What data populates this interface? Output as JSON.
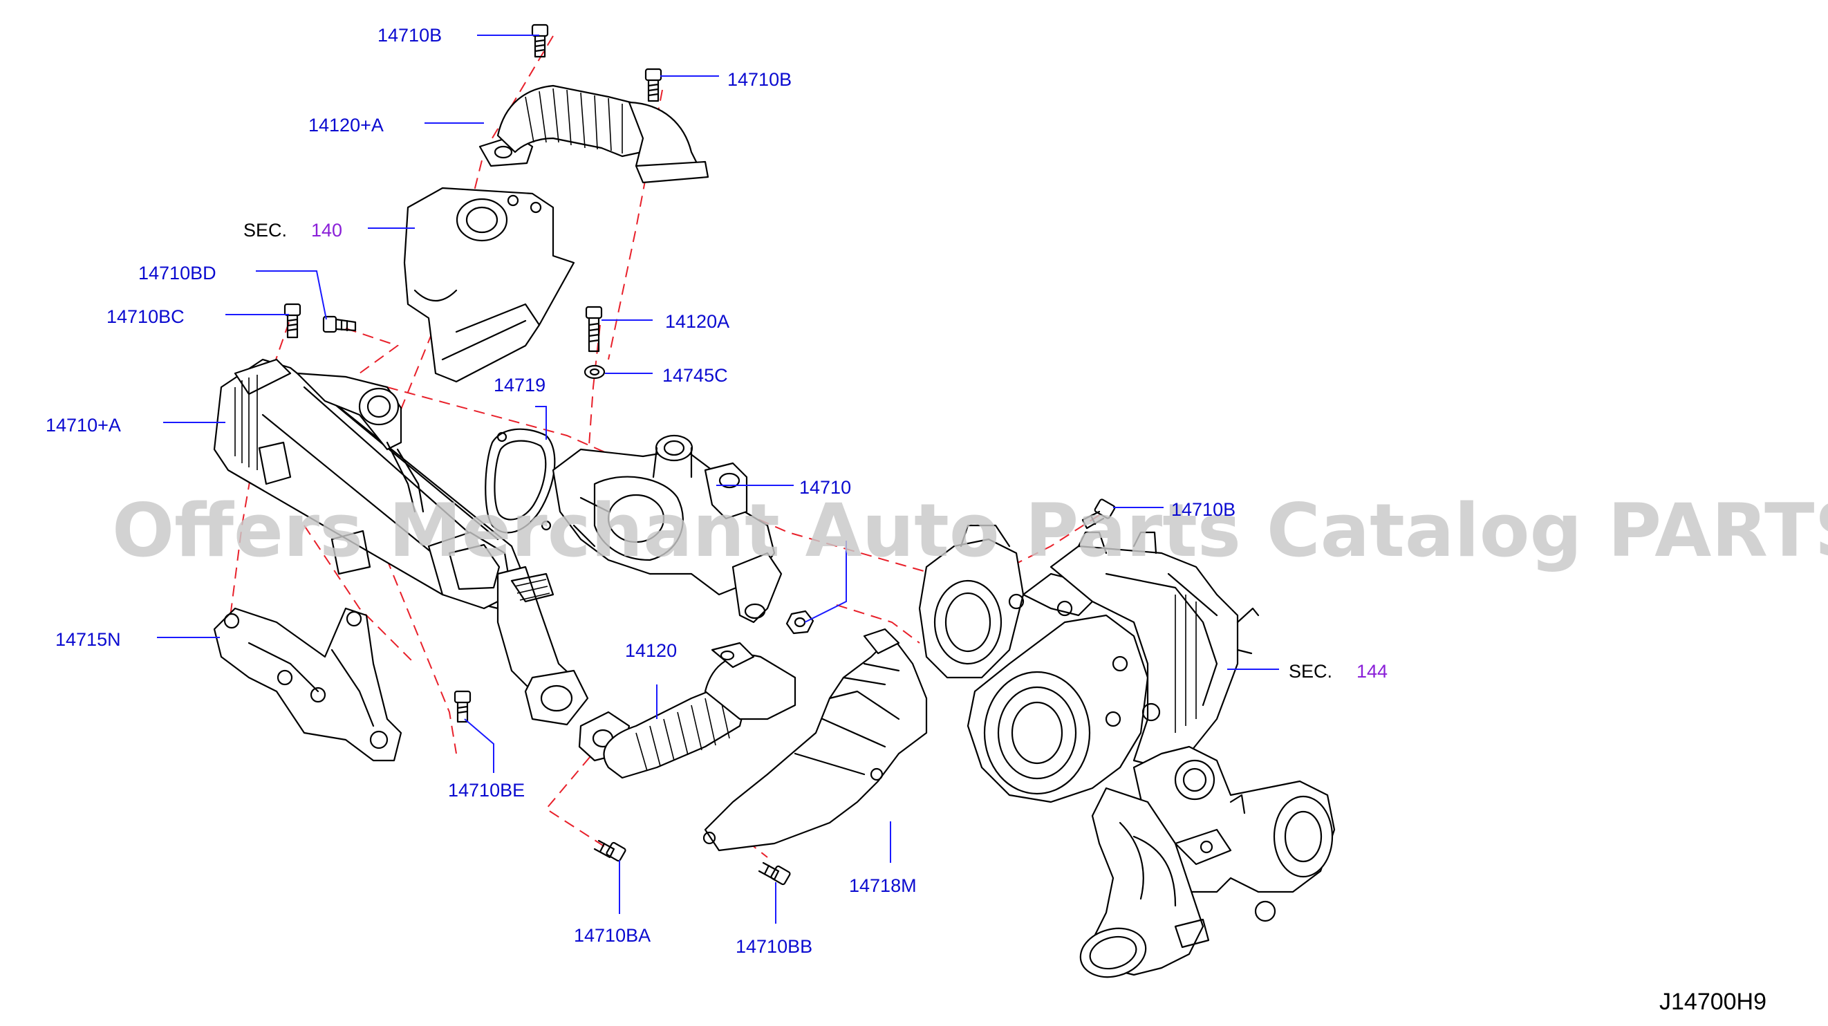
{
  "labels": {
    "l_14710B_top": "14710B",
    "l_14710B_right": "14710B",
    "l_14120_A_top": "14120+A",
    "l_sec140_prefix": "SEC.",
    "l_sec140_num": "140",
    "l_14710BD": "14710BD",
    "l_14710BC": "14710BC",
    "l_14120A": "14120A",
    "l_14745C": "14745C",
    "l_14719": "14719",
    "l_14710_A": "14710+A",
    "l_14710": "14710",
    "l_14710B_mid": "14710B",
    "l_14715N": "14715N",
    "l_14120": "14120",
    "l_sec144_prefix": "SEC.",
    "l_sec144_num": "144",
    "l_14710BE": "14710BE",
    "l_14718M": "14718M",
    "l_14710BA": "14710BA",
    "l_14710BB": "14710BB"
  },
  "watermark": "Offers Merchant Auto Parts Catalog PARTSTORE.SA",
  "diagram_code": "J14700H9",
  "colors": {
    "part_number": "#0a0ad0",
    "section_number": "#8a1fd8",
    "leader_line": "#1a1aff",
    "dashed_line": "#e8202a",
    "watermark": "#c9c9c9"
  }
}
